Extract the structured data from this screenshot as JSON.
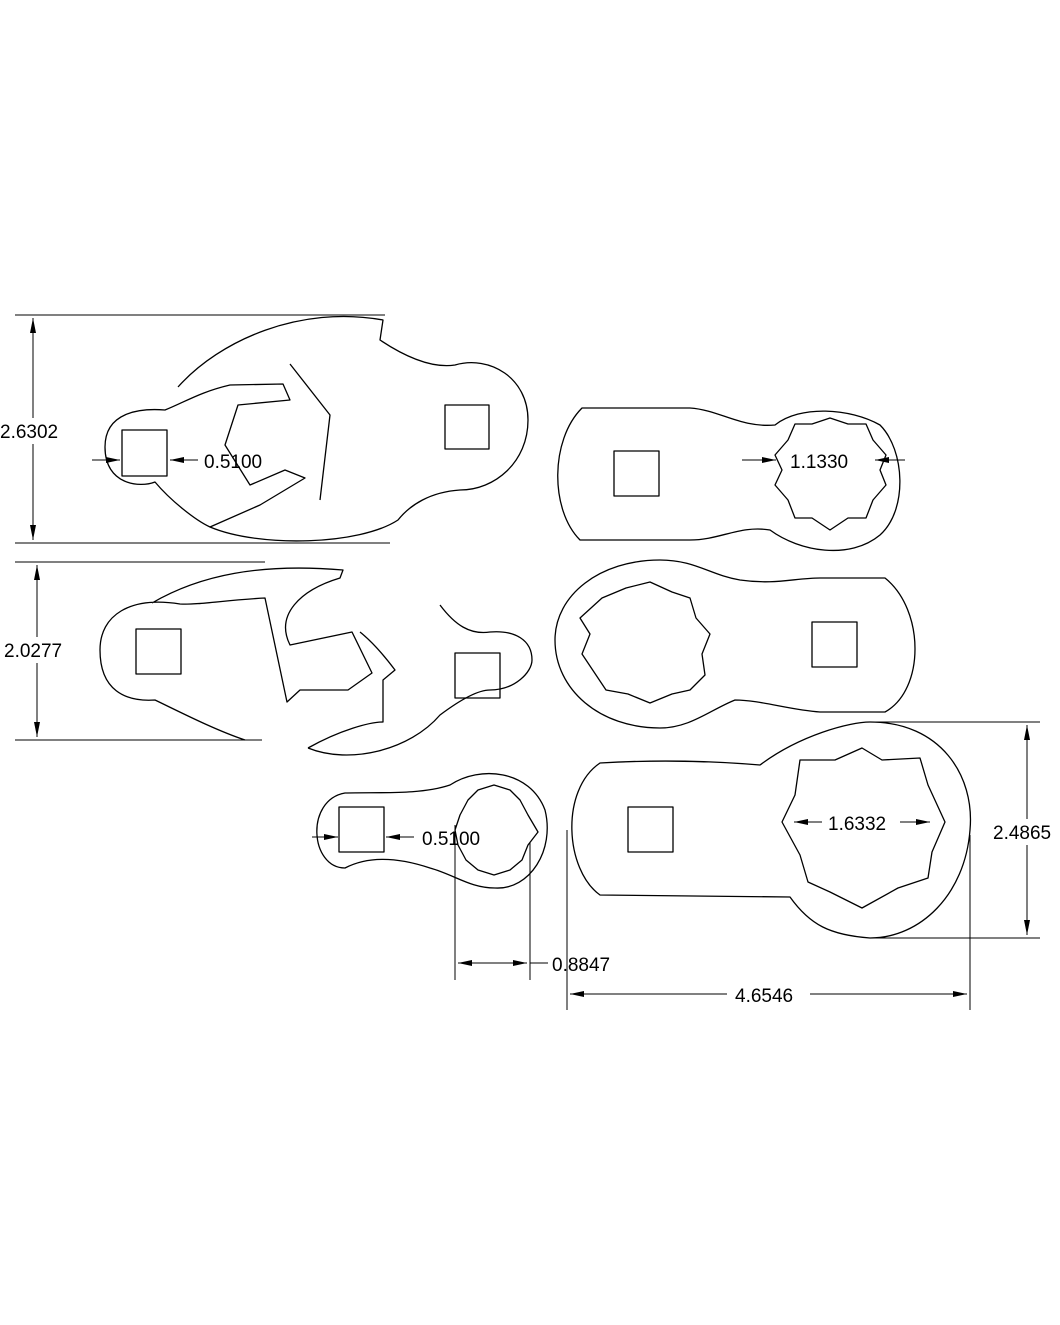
{
  "dimensions": {
    "top_crowfoot_height": "2.6302",
    "top_crowfoot_drive": "0.5100",
    "top_flare_opening": "1.1330",
    "mid_crowfoot_height": "2.0277",
    "small_flare_drive": "0.5100",
    "small_flare_width": "0.8847",
    "large_flare_opening": "1.6332",
    "large_flare_height": "2.4865",
    "large_flare_length": "4.6546"
  }
}
